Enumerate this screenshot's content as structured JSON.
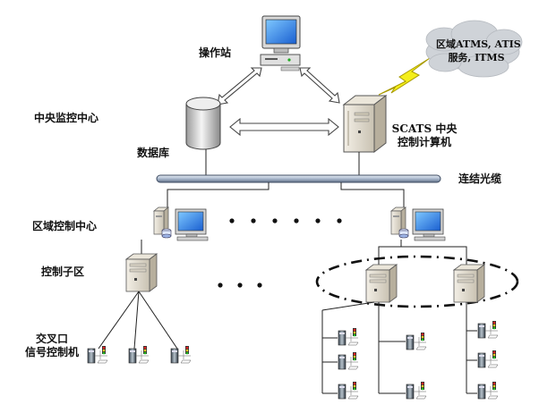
{
  "labels": {
    "operator_station": "操作站",
    "regional_services": [
      "区域ATMS, ATIS",
      "服务,  ITMS"
    ],
    "central_monitoring": "中央监控中心",
    "database": "数据库",
    "scats_central": [
      "SCATS 中央",
      "控制计算机"
    ],
    "fiber_link": "连结光缆",
    "regional_control": "区域控制中心",
    "control_subarea": "控制子区",
    "intersection_controller": [
      "交叉口",
      "信号控制机"
    ]
  }
}
